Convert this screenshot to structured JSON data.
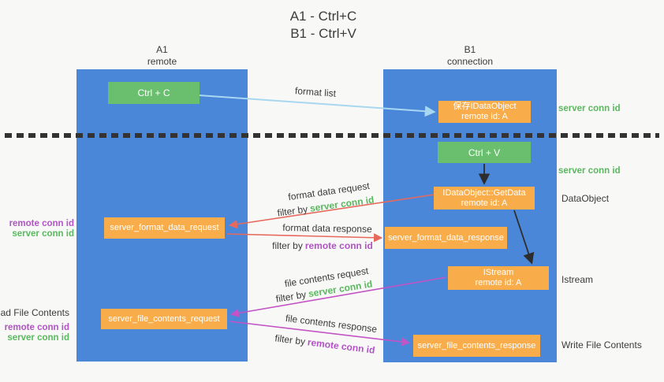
{
  "title": {
    "line1": "A1 - Ctrl+C",
    "line2": "B1 - Ctrl+V"
  },
  "columns": {
    "left": {
      "id": "A1",
      "subtitle": "remote"
    },
    "right": {
      "id": "B1",
      "subtitle": "connection"
    }
  },
  "nodes": {
    "ctrl_c": {
      "label": "Ctrl + C"
    },
    "save_idataobject": {
      "line1": "保存IDataObject",
      "line2": "remote id: A"
    },
    "ctrl_v": {
      "label": "Ctrl + V"
    },
    "getdata": {
      "line1": "IDataObject::GetData",
      "line2": "remote id: A"
    },
    "format_request": {
      "label": "server_format_data_request"
    },
    "format_response": {
      "label": "server_format_data_response"
    },
    "istream": {
      "line1": "IStream",
      "line2": "remote id: A"
    },
    "file_request": {
      "label": "server_file_contents_request"
    },
    "file_response": {
      "label": "server_file_contents_response"
    }
  },
  "edge_labels": {
    "format_list": "format list",
    "format_data_request": "format data request",
    "format_data_request_filter": {
      "prefix": "filter by",
      "id": "server conn id"
    },
    "format_data_response": "format data response",
    "format_data_response_filter": {
      "prefix": "filter by",
      "id": "remote conn id"
    },
    "file_contents_request": "file contents request",
    "file_contents_request_filter": {
      "prefix": "filter by",
      "id": "server conn id"
    },
    "file_contents_response": "file contents response",
    "file_contents_response_filter": {
      "prefix": "filter by",
      "id": "remote conn id"
    }
  },
  "annotations": {
    "right_server_conn_id_top": "server conn id",
    "right_server_conn_id_mid": "server conn id",
    "dataobject": "DataObject",
    "istream": "Istream",
    "write_file_contents": "Write File Contents",
    "left_remote_conn_id_top": "remote conn id",
    "left_server_conn_id_top": "server conn id",
    "read_file_contents": "Read File Contents",
    "left_remote_conn_id_bottom": "remote conn id",
    "left_server_conn_id_bottom": "server conn id"
  },
  "colors": {
    "background": "#f8f8f6",
    "column_blue": "#4b87d9",
    "node_green": "#6abf6e",
    "node_orange": "#f8ad4a",
    "arrow_light_blue": "#a8d7f0",
    "arrow_red": "#e7695e",
    "arrow_magenta": "#c254c5",
    "arrow_black": "#2d2d2d",
    "text_green": "#58b95e",
    "text_purple": "#b153c5",
    "text_dark": "#3b3b3b",
    "divider": "#333333"
  }
}
